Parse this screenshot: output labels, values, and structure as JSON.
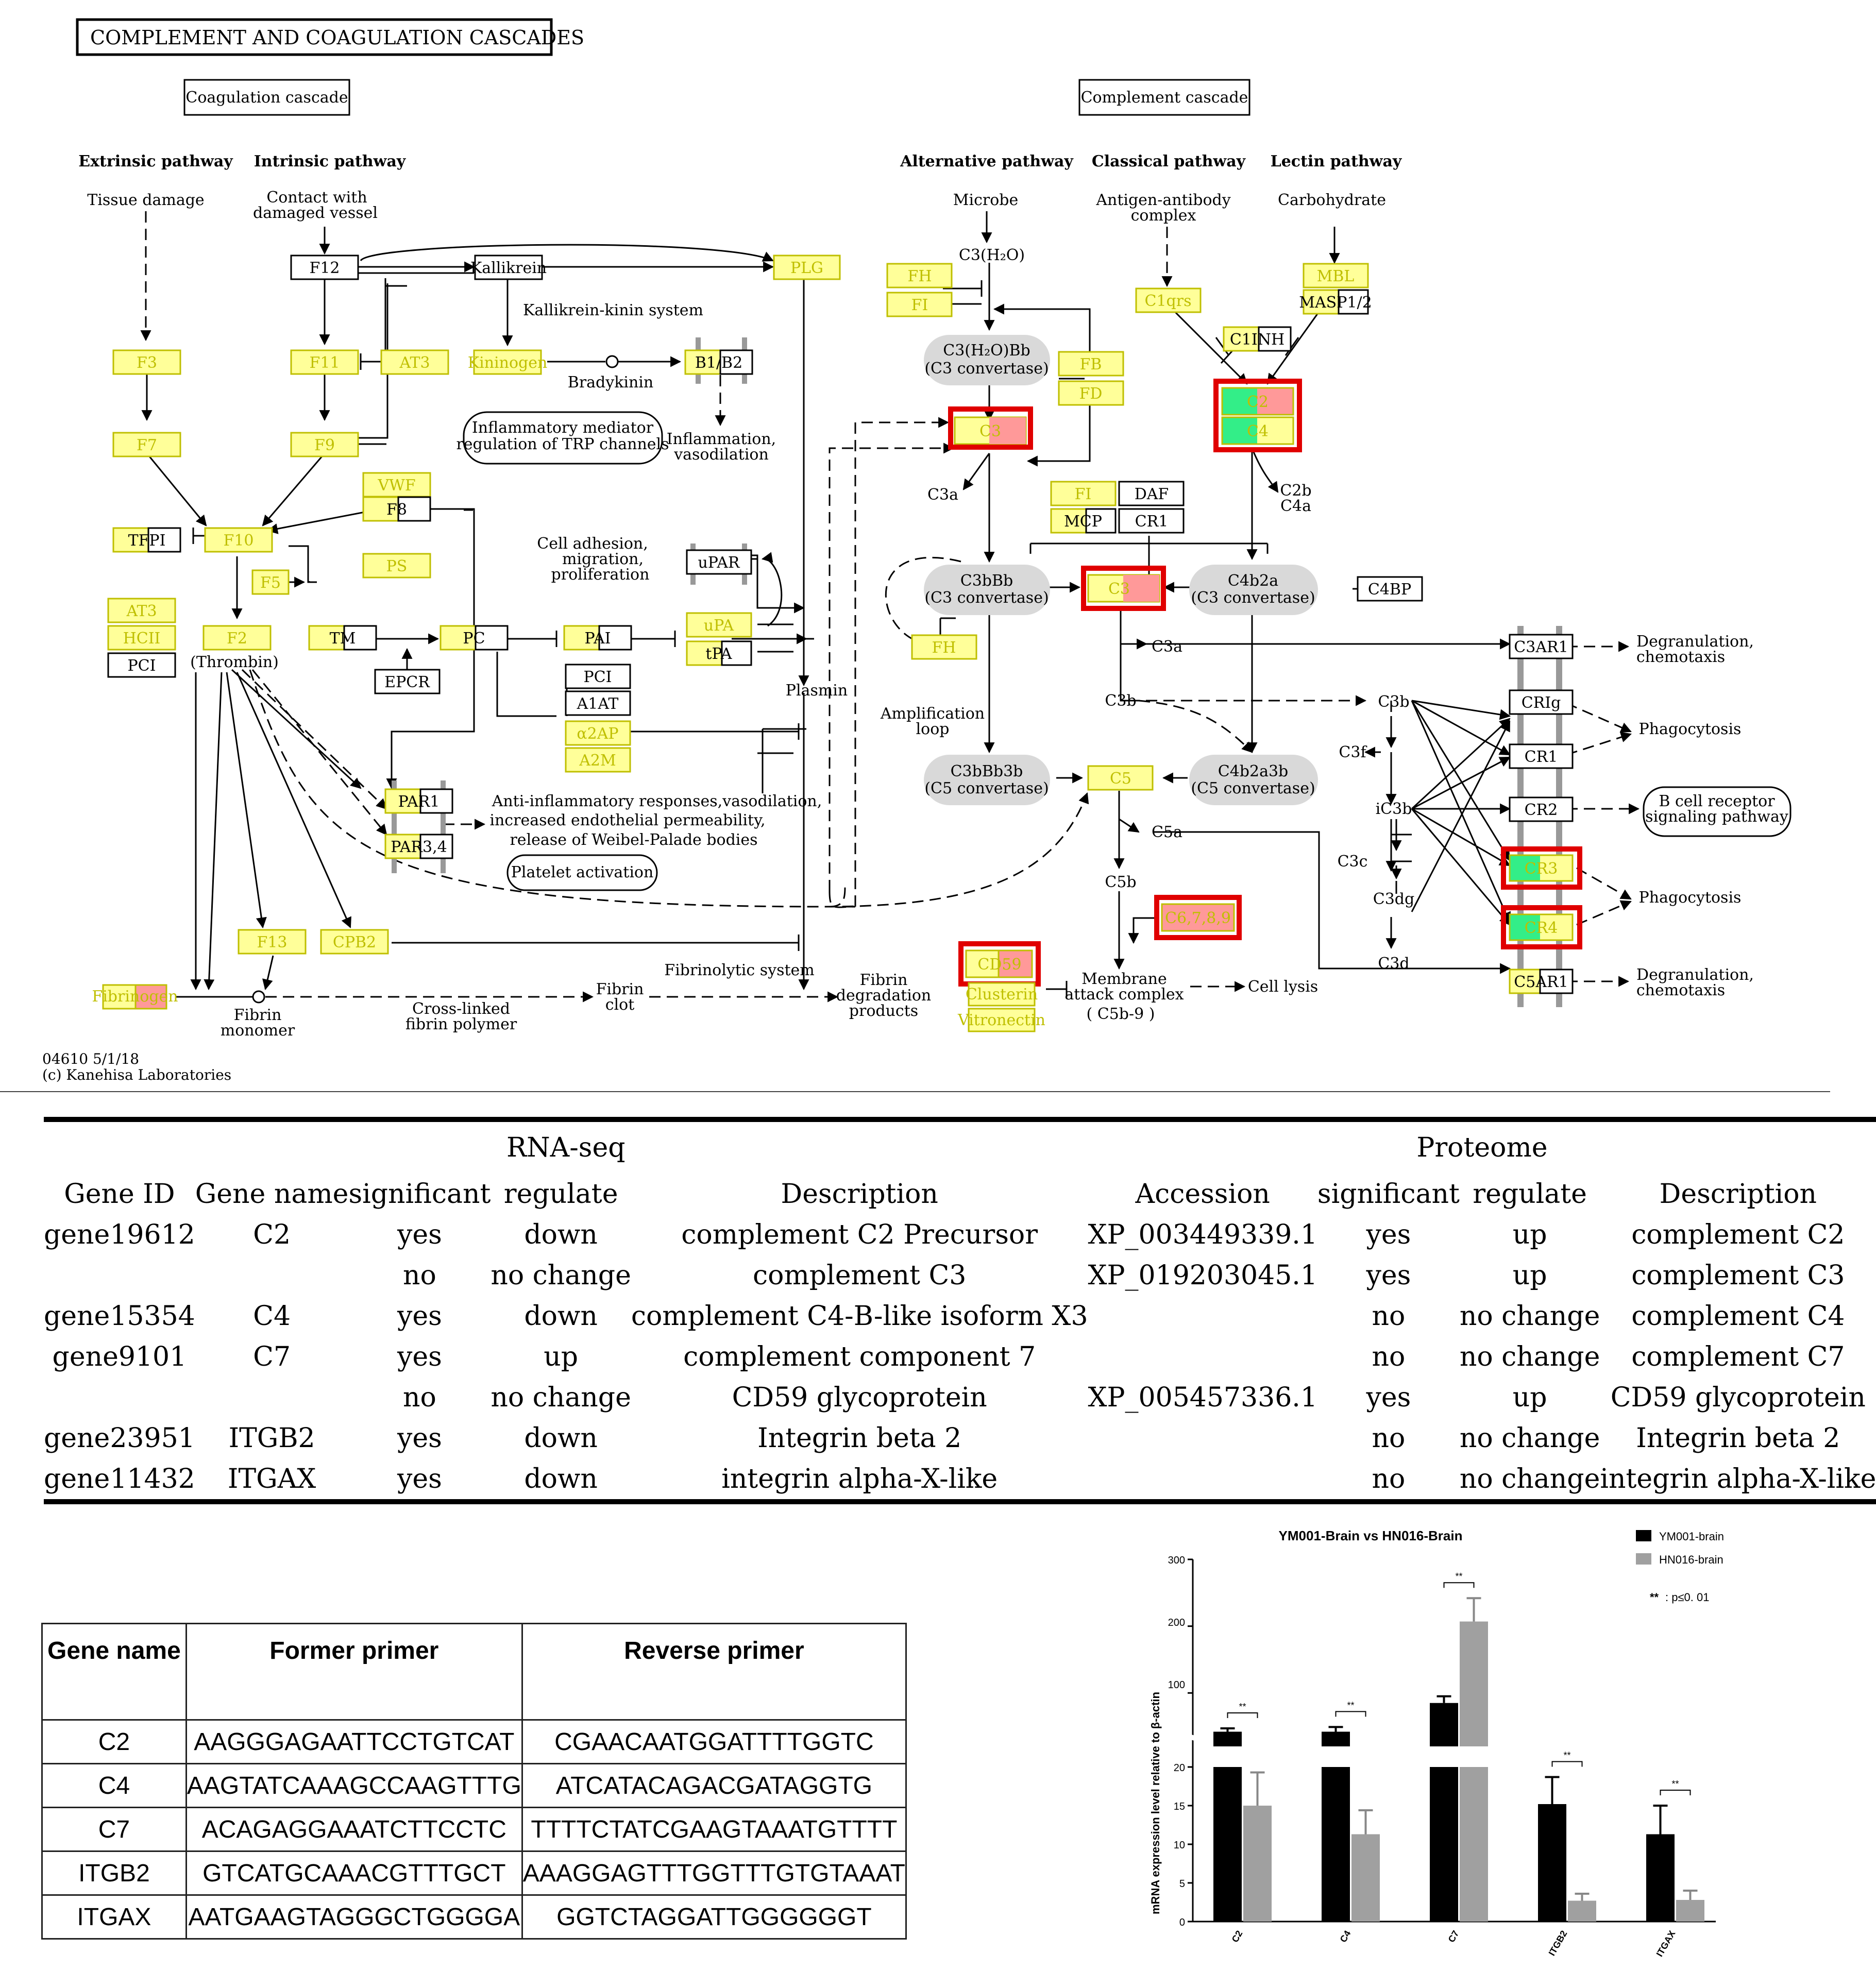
{
  "pathway": {
    "title": "COMPLEMENT AND COAGULATION CASCADES",
    "coagulation_label": "Coagulation cascade",
    "complement_label": "Complement cascade",
    "headers": {
      "extrinsic": "Extrinsic pathway",
      "intrinsic": "Intrinsic pathway",
      "alternative": "Alternative pathway",
      "classical": "Classical pathway",
      "lectin": "Lectin pathway"
    },
    "triggers": {
      "tissue": "Tissue damage",
      "contact1": "Contact with",
      "contact2": "damaged vessel",
      "microbe": "Microbe",
      "antigen1": "Antigen-antibody",
      "antigen2": "complex",
      "carb": "Carbohydrate"
    },
    "nodes": {
      "F12": "F12",
      "Kallikrein": "Kallikrein",
      "PLG": "PLG",
      "F3": "F3",
      "F11": "F11",
      "AT3a": "AT3",
      "Kininogen": "Kininogen",
      "B1B2": "B1/B2",
      "F7": "F7",
      "F9": "F9",
      "VWF": "VWF",
      "F8": "F8",
      "TFPI": "TFPI",
      "F10": "F10",
      "PS": "PS",
      "F5": "F5",
      "uPAR": "uPAR",
      "AT3b": "AT3",
      "HCII": "HCII",
      "PCIa": "PCI",
      "F2": "F2",
      "TM": "TM",
      "PC": "PC",
      "PAI": "PAI",
      "uPA": "uPA",
      "tPA": "tPA",
      "EPCR": "EPCR",
      "PCIb": "PCI",
      "A1AT": "A1AT",
      "a2AP": "α2AP",
      "A2M": "A2M",
      "PAR1": "PAR1",
      "PAR34": "PAR3,4",
      "F13": "F13",
      "CPB2": "CPB2",
      "Fibrinogen": "Fibrinogen",
      "FH": "FH",
      "FI": "FI",
      "FB": "FB",
      "FD": "FD",
      "C3a_node": "C3",
      "C1qrs": "C1qrs",
      "MBL": "MBL",
      "MASP12": "MASP1/2",
      "C1INH": "C1INH",
      "C2": "C2",
      "C4": "C4",
      "FIb": "FI",
      "DAF": "DAF",
      "MCP": "MCP",
      "CR1b": "CR1",
      "C3b_node": "C3",
      "C4BP": "C4BP",
      "FHb": "FH",
      "C5": "C5",
      "C6789": "C6,7,8,9",
      "CD59": "CD59",
      "Clusterin": "Clusterin",
      "Vitronectin": "Vitronectin",
      "C3AR1": "C3AR1",
      "CRIg": "CRIg",
      "CR1": "CR1",
      "CR2": "CR2",
      "CR3": "CR3",
      "CR4": "CR4",
      "C5AR1": "C5AR1"
    },
    "labels": {
      "kks": "Kallikrein-kinin system",
      "bradykinin": "Bradykinin",
      "infl1": "Inflammatory mediator",
      "infl2": "regulation of TRP channels",
      "inflam1": "Inflammation,",
      "inflam2": "vasodilation",
      "cell1": "Cell adhesion,",
      "cell2": "migration,",
      "cell3": "proliferation",
      "thrombin": "(Thrombin)",
      "plasmin": "Plasmin",
      "anti1": "Anti-inflammatory responses,vasodilation,",
      "anti2": "increased endothelial permeability,",
      "anti3": "release of Weibel-Palade bodies",
      "platelet": "Platelet activation",
      "fibrinolytic": "Fibrinolytic system",
      "fibclot1": "Fibrin",
      "fibclot2": "clot",
      "fibmono1": "Fibrin",
      "fibmono2": "monomer",
      "crosslink1": "Cross-linked",
      "crosslink2": "fibrin polymer",
      "fibdeg1": "Fibrin",
      "fibdeg2": "degradation",
      "fibdeg3": "products",
      "c3h2o": "C3(H₂O)",
      "c3h2obb1": "C3(H₂O)Bb",
      "c3h2obb2": "(C3 convertase)",
      "c3a1": "C3a",
      "c2b": "C2b",
      "c4a": "C4a",
      "c3bbb1": "C3bBb",
      "c3bbb2": "(C3 convertase)",
      "c4b2a1": "C4b2a",
      "c4b2a2": "(C3 convertase)",
      "c3a2": "C3a",
      "c3b1": "C3b",
      "amp1": "Amplification",
      "amp2": "loop",
      "c3bbb3b1": "C3bBb3b",
      "c3bbb3b2": "(C5 convertase)",
      "c4b2a3b1": "C4b2a3b",
      "c4b2a3b2": "(C5 convertase)",
      "c5a": "C5a",
      "c5b": "C5b",
      "mac1": "Membrane",
      "mac2": "attack complex",
      "mac3": "( C5b-9 )",
      "lysis": "Cell lysis",
      "c3b2": "C3b",
      "c3f": "C3f",
      "ic3b": "iC3b",
      "c3c": "C3c",
      "c3dg": "C3dg",
      "c3d": "C3d",
      "degran1": "Degranulation,",
      "degran1b": "chemotaxis",
      "phago1": "Phagocytosis",
      "bcell1": "B cell receptor",
      "bcell2": "signaling pathway",
      "phago2": "Phagocytosis",
      "degran2": "Degranulation,",
      "degran2b": "chemotaxis",
      "footer1": "04610 5/1/18",
      "footer2": "(c) Kanehisa Laboratories"
    },
    "colors": {
      "gene": "#ffff99",
      "up": "#ff9999",
      "down": "#33ee88",
      "highlight": "#e00000"
    }
  },
  "omics_table": {
    "group_rna": "RNA-seq",
    "group_prot": "Proteome",
    "columns": [
      "Gene ID",
      "Gene name",
      "significant",
      "regulate",
      "Description",
      "Accession",
      "significant",
      "regulate",
      "Description"
    ],
    "rows": [
      [
        "gene19612",
        "C2",
        "yes",
        "down",
        "complement C2 Precursor",
        "XP_003449339.1",
        "yes",
        "up",
        "complement C2"
      ],
      [
        "",
        "",
        "no",
        "no change",
        "complement C3",
        "XP_019203045.1",
        "yes",
        "up",
        "complement C3"
      ],
      [
        "gene15354",
        "C4",
        "yes",
        "down",
        "complement C4-B-like isoform X3",
        "",
        "no",
        "no change",
        "complement C4"
      ],
      [
        "gene9101",
        "C7",
        "yes",
        "up",
        "complement component 7",
        "",
        "no",
        "no change",
        "complement C7"
      ],
      [
        "",
        "",
        "no",
        "no change",
        "CD59 glycoprotein",
        "XP_005457336.1",
        "yes",
        "up",
        "CD59 glycoprotein"
      ],
      [
        "gene23951",
        "ITGB2",
        "yes",
        "down",
        "Integrin beta 2",
        "",
        "no",
        "no change",
        "Integrin beta 2"
      ],
      [
        "gene11432",
        "ITGAX",
        "yes",
        "down",
        "integrin alpha-X-like",
        "",
        "no",
        "no change",
        "integrin alpha-X-like"
      ]
    ]
  },
  "primer_table": {
    "columns": [
      "Gene name",
      "Former primer",
      "Reverse primer"
    ],
    "rows": [
      [
        "C2",
        "AAGGGAGAATTCCTGTCAT",
        "CGAACAATGGATTTTGGTC"
      ],
      [
        "C4",
        "AAGTATCAAAGCCAAGTTTG",
        "ATCATACAGACGATAGGTG"
      ],
      [
        "C7",
        "ACAGAGGAAATCTTCCTC",
        "TTTTCTATCGAAGTAAATGTTTT"
      ],
      [
        "ITGB2",
        "GTCATGCAAACGTTTGCT",
        "AAAGGAGTTTGGTTTGTGTAAAT"
      ],
      [
        "ITGAX",
        "AATGAAGTAGGGCTGGGGA",
        "GGTCTAGGATTGGGGGGT"
      ]
    ]
  },
  "chart_data": {
    "type": "bar",
    "title": "YM001-Brain  vs  HN016-Brain",
    "ylabel": "mRNA expression level relative to β-actin",
    "xlabel": "",
    "categories": [
      "C2",
      "C4",
      "C7",
      "ITGB2",
      "ITGAX"
    ],
    "series": [
      {
        "name": "YM001-brain",
        "color": "#000000",
        "values": [
          42,
          42,
          85,
          15.2,
          11.3
        ],
        "errors": [
          5,
          7,
          10,
          3.5,
          3.7
        ]
      },
      {
        "name": "HN016-brain",
        "color": "#a0a0a0",
        "values": [
          15,
          11.3,
          207,
          2.7,
          2.8
        ],
        "errors": [
          4.3,
          3.1,
          35,
          0.9,
          1.2
        ]
      }
    ],
    "axis_break": {
      "lower": [
        0,
        20
      ],
      "upper": [
        20,
        300
      ]
    },
    "yticks_lower": [
      "0",
      "5",
      "10",
      "15",
      "20"
    ],
    "yticks_upper": [
      "100",
      "200",
      "300"
    ],
    "significance": [
      "**",
      "**",
      "**",
      "**",
      "**"
    ],
    "note_label": "**",
    "note_text": ": p≤0. 01",
    "legend_position": "top-right"
  }
}
